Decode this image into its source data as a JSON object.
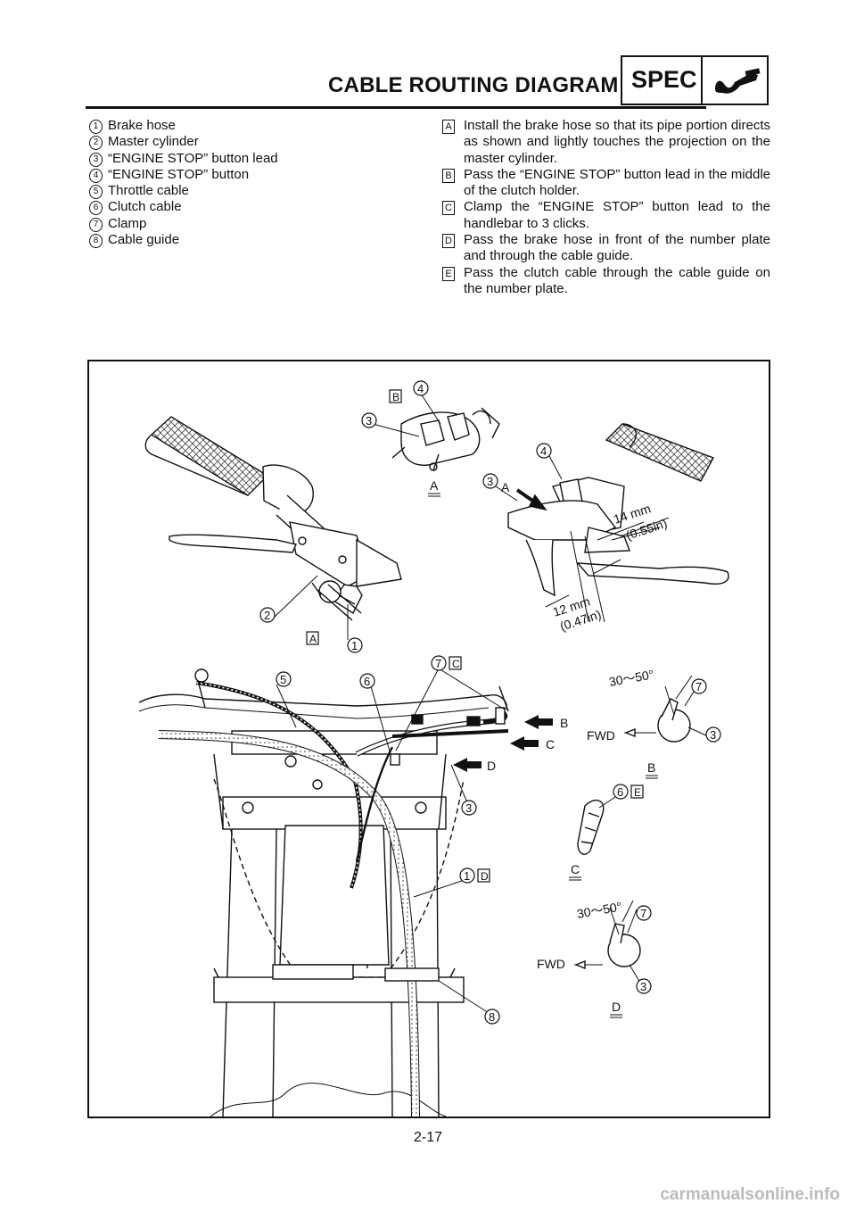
{
  "header": {
    "title": "CABLE ROUTING DIAGRAM",
    "badge": "SPEC"
  },
  "legend": [
    {
      "num": "1",
      "text": "Brake hose"
    },
    {
      "num": "2",
      "text": "Master cylinder"
    },
    {
      "num": "3",
      "text": "“ENGINE STOP” button lead"
    },
    {
      "num": "4",
      "text": "“ENGINE STOP” button"
    },
    {
      "num": "5",
      "text": "Throttle cable"
    },
    {
      "num": "6",
      "text": "Clutch cable"
    },
    {
      "num": "7",
      "text": "Clamp"
    },
    {
      "num": "8",
      "text": "Cable guide"
    }
  ],
  "notes": [
    {
      "key": "A",
      "text": "Install the brake hose so that its pipe portion directs as shown and lightly touches the projection on the master cylinder."
    },
    {
      "key": "B",
      "text": "Pass the “ENGINE STOP” button lead in the middle of the clutch holder."
    },
    {
      "key": "C",
      "text": "Clamp the “ENGINE STOP” button lead to the handlebar to 3 clicks."
    },
    {
      "key": "D",
      "text": "Pass the brake hose in front of the number plate and through the cable guide."
    },
    {
      "key": "E",
      "text": "Pass the clutch cable through the cable guide on the number plate."
    }
  ],
  "diagram": {
    "dim_14": "14 mm",
    "dim_14_in": "(0.55in)",
    "dim_12": "12 mm",
    "dim_12_in": "(0.47in)",
    "angle": "30～50°",
    "fwd": "FWD",
    "view_a": "A",
    "view_b": "B",
    "view_c": "C",
    "view_d": "D"
  },
  "page": {
    "number": "2-17",
    "watermark": "carmanualsonline.info"
  }
}
